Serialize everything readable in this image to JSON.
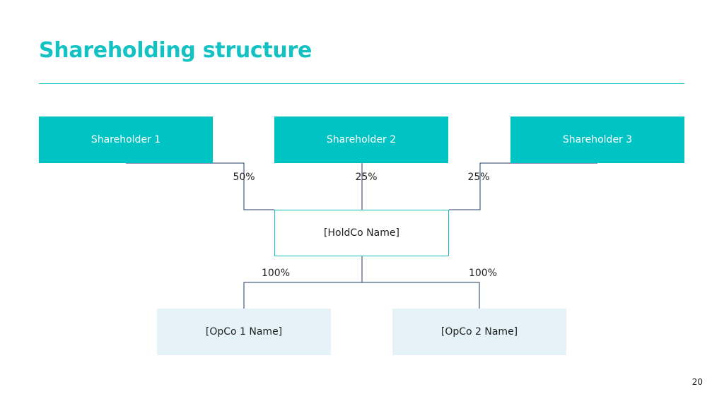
{
  "title": "Shareholding structure",
  "shareholders": [
    {
      "label": "Shareholder 1",
      "percent": "50%"
    },
    {
      "label": "Shareholder 2",
      "percent": "25%"
    },
    {
      "label": "Shareholder 3",
      "percent": "25%"
    }
  ],
  "holdco": {
    "label": "[HoldCo Name]"
  },
  "opcos": [
    {
      "label": "[OpCo 1 Name]",
      "percent": "100%"
    },
    {
      "label": "[OpCo 2 Name]",
      "percent": "100%"
    }
  ],
  "page_number": "20",
  "colors": {
    "accent": "#14c2c3",
    "shareholder_fill": "#00c4c4",
    "opco_fill": "#e5f3f9",
    "connector": "#1f3864"
  }
}
